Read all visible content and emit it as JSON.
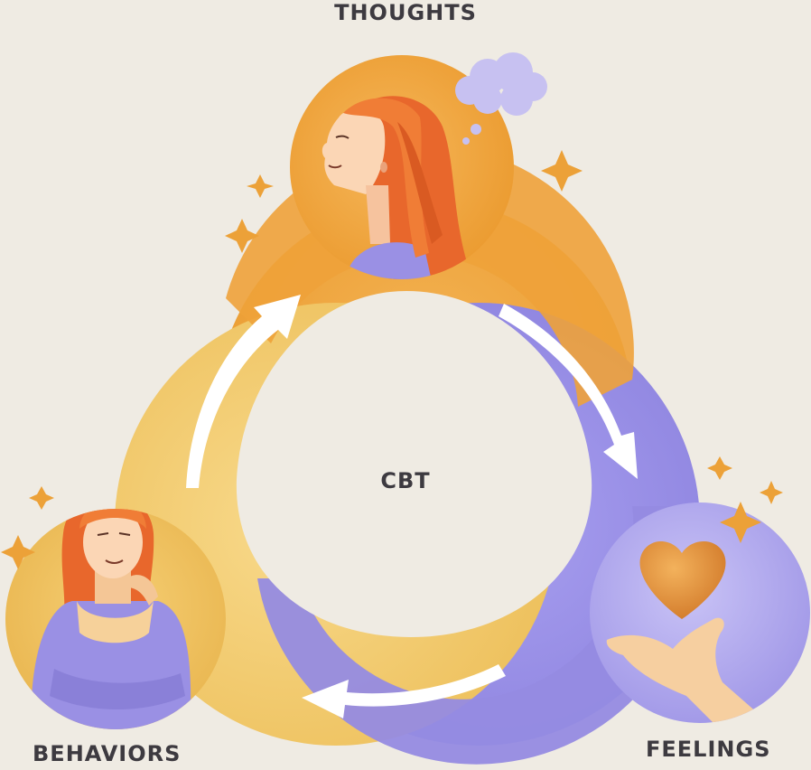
{
  "diagram": {
    "center_label": "CBT",
    "nodes": [
      {
        "id": "thoughts",
        "label": "THOUGHTS"
      },
      {
        "id": "feelings",
        "label": "FEELINGS"
      },
      {
        "id": "behaviors",
        "label": "BEHAVIORS"
      }
    ],
    "cycle": [
      "thoughts",
      "feelings",
      "behaviors"
    ],
    "colors": {
      "background": "#efebe3",
      "thoughts_ring": "#f0a23a",
      "feelings_ring": "#9a90e4",
      "behaviors_ring": "#f2c86a",
      "arrow": "#ffffff",
      "label_text": "#3d3a40"
    },
    "icons": [
      "thought-bubble-icon",
      "sparkle-icon",
      "heart-icon",
      "open-hand-icon"
    ]
  }
}
